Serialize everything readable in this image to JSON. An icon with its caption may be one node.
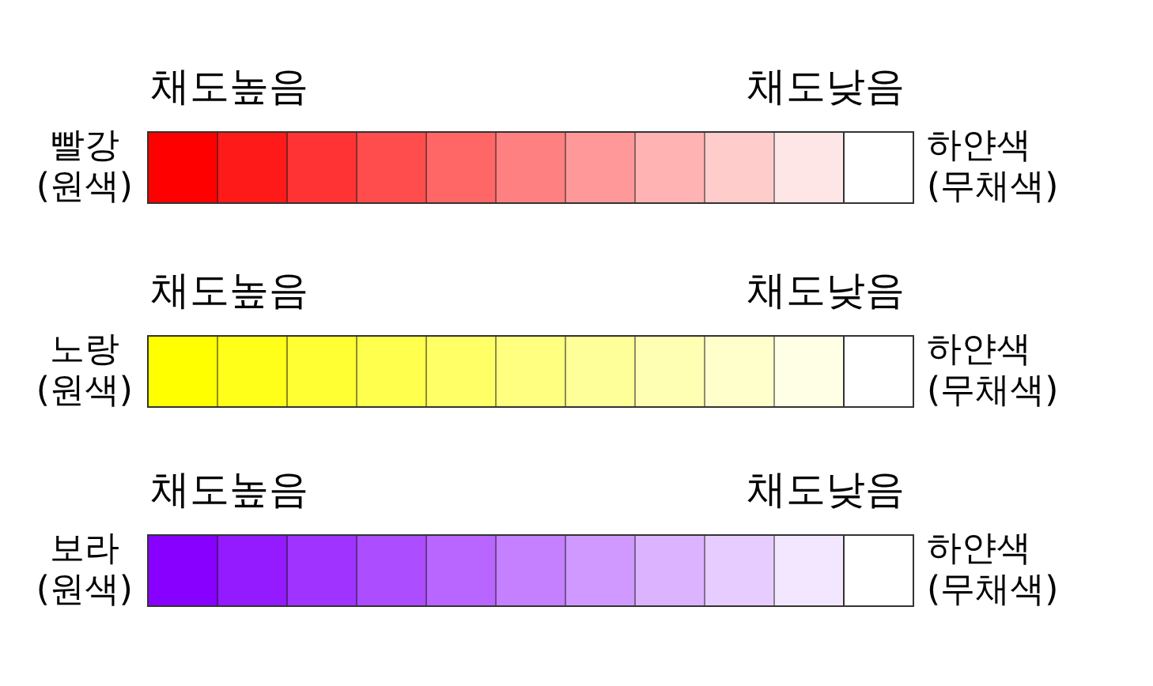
{
  "diagram": {
    "labels": [
      "채도높음",
      "채도낮음",
      "빨강 (원색)",
      "하얀색 (무채색)",
      "채도높음",
      "채도낮음",
      "노랑 (원색)",
      "하얀색 (무채색)",
      "채도높음",
      "채도낮음",
      "보라 (원색)",
      "하얀색 (무채색)"
    ]
  }
}
